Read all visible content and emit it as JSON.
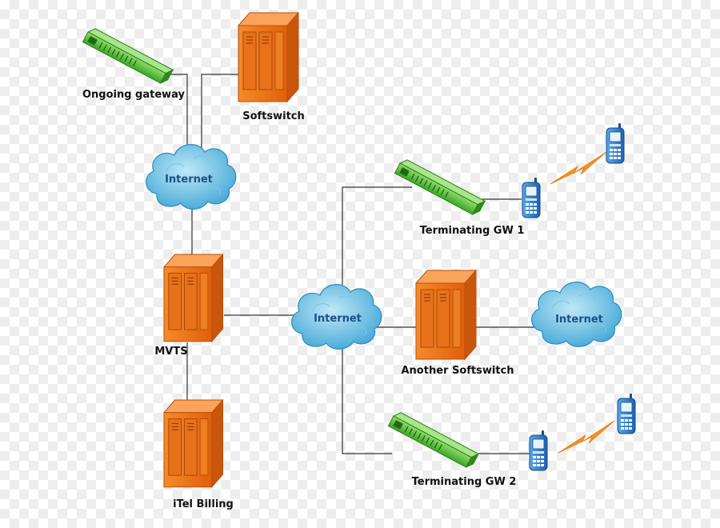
{
  "nodes": {
    "ongoing_gateway": {
      "label": "Ongoing gateway"
    },
    "softswitch": {
      "label": "Softswitch"
    },
    "internet_top": {
      "label": "Internet"
    },
    "mvts": {
      "label": "MVTS"
    },
    "itel_billing": {
      "label": "iTel Billing"
    },
    "internet_center": {
      "label": "Internet"
    },
    "terminating_gw1": {
      "label": "Terminating GW 1"
    },
    "another_softswitch": {
      "label": "Another Softswitch"
    },
    "internet_right": {
      "label": "Internet"
    },
    "terminating_gw2": {
      "label": "Terminating GW 2"
    }
  },
  "colors": {
    "server": "#f07a1d",
    "gateway": "#3fae2a",
    "cloud": "#3fa9d6",
    "lightning": "#f7931e",
    "phone": "#2e7fd0",
    "line": "#333333"
  }
}
